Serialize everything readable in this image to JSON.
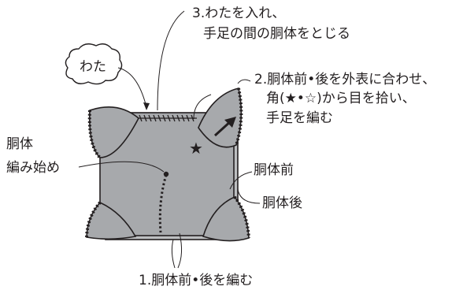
{
  "labels": {
    "cloud": "わた",
    "step3_line1": "3.わたを入れ、",
    "step3_line2": "手足の間の胴体をとじる",
    "step2_line1": "2.胴体前•後を外表に合わせ、",
    "step2_line2": "角(★•☆)から目を拾い、",
    "step2_line3": "手足を編む",
    "start_line1": "胴体",
    "start_line2": "編み始め",
    "body_front": "胴体前",
    "body_back": "胴体後",
    "step1": "1.胴体前•後を編む"
  },
  "markers": {
    "star": "★"
  },
  "colors": {
    "body_fill": "#a7a9ac",
    "body_back_fill": "#bcbec0",
    "outline": "#231f20",
    "text": "#231f20"
  }
}
